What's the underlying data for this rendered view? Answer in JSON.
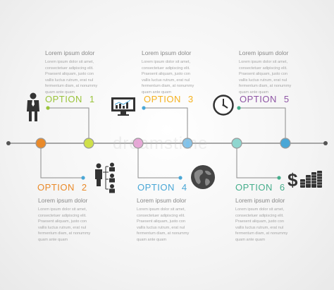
{
  "watermark": "dreamstime",
  "colors": {
    "timeline": "#8c8c8c",
    "connector": "#8c8c8c",
    "option1": "#9ac43b",
    "option2": "#e98a2a",
    "option3": "#f5b221",
    "option4": "#4aa7d6",
    "option5": "#8f56a5",
    "option6": "#46ae8c"
  },
  "items": [
    {
      "word": "OPTION",
      "number": "1",
      "title": "Lorem ipsum dolor",
      "lines": [
        "Lorem ipsum dolor sit amet,",
        "consectetuer adipiscing elit.",
        "Praesent aliquam, justo con",
        "vallis luctus rutrum, erat nul",
        "fermentum diam, at nonummy",
        "quam ante quam"
      ],
      "icon": "businessman-icon"
    },
    {
      "word": "OPTION",
      "number": "2",
      "title": "Lorem ipsum dolor",
      "lines": [
        "Lorem ipsum dolor sit amet,",
        "consectetuer adipiscing elit.",
        "Praesent aliquam, justo con",
        "vallis luctus rutrum, erat nul",
        "fermentum diam, at nonummy",
        "quam ante quam"
      ],
      "icon": "org-chart-icon"
    },
    {
      "word": "OPTION",
      "number": "3",
      "title": "Lorem ipsum dolor",
      "lines": [
        "Lorem ipsum dolor sit amet,",
        "consectetuer adipiscing elit.",
        "Praesent aliquam, justo con",
        "vallis luctus rutrum, erat nul",
        "fermentum diam, at nonummy",
        "quam ante quam"
      ],
      "icon": "monitor-chart-icon"
    },
    {
      "word": "OPTION",
      "number": "4",
      "title": "Lorem ipsum dolor",
      "lines": [
        "Lorem ipsum dolor sit amet,",
        "consectetuer adipiscing elit.",
        "Praesent aliquam, justo con",
        "vallis luctus rutrum, erat nul",
        "fermentum diam, at nonummy",
        "quam ante quam"
      ],
      "icon": "globe-icon"
    },
    {
      "word": "OPTION",
      "number": "5",
      "title": "Lorem ipsum dolor",
      "lines": [
        "Lorem ipsum dolor sit amet,",
        "consectetuer adipiscing elit.",
        "Praesent aliquam, justo con",
        "vallis luctus rutrum, erat nul",
        "fermentum diam, at nonummy",
        "quam ante quam"
      ],
      "icon": "clock-icon"
    },
    {
      "word": "OPTION",
      "number": "6",
      "title": "Lorem ipsum dolor",
      "lines": [
        "Lorem ipsum dolor sit amet,",
        "consectetuer adipiscing elit.",
        "Praesent aliquam, justo con",
        "vallis luctus rutrum, erat nul",
        "fermentum diam, at nonummy",
        "quam ante quam"
      ],
      "icon": "dollar-coins-icon"
    }
  ]
}
